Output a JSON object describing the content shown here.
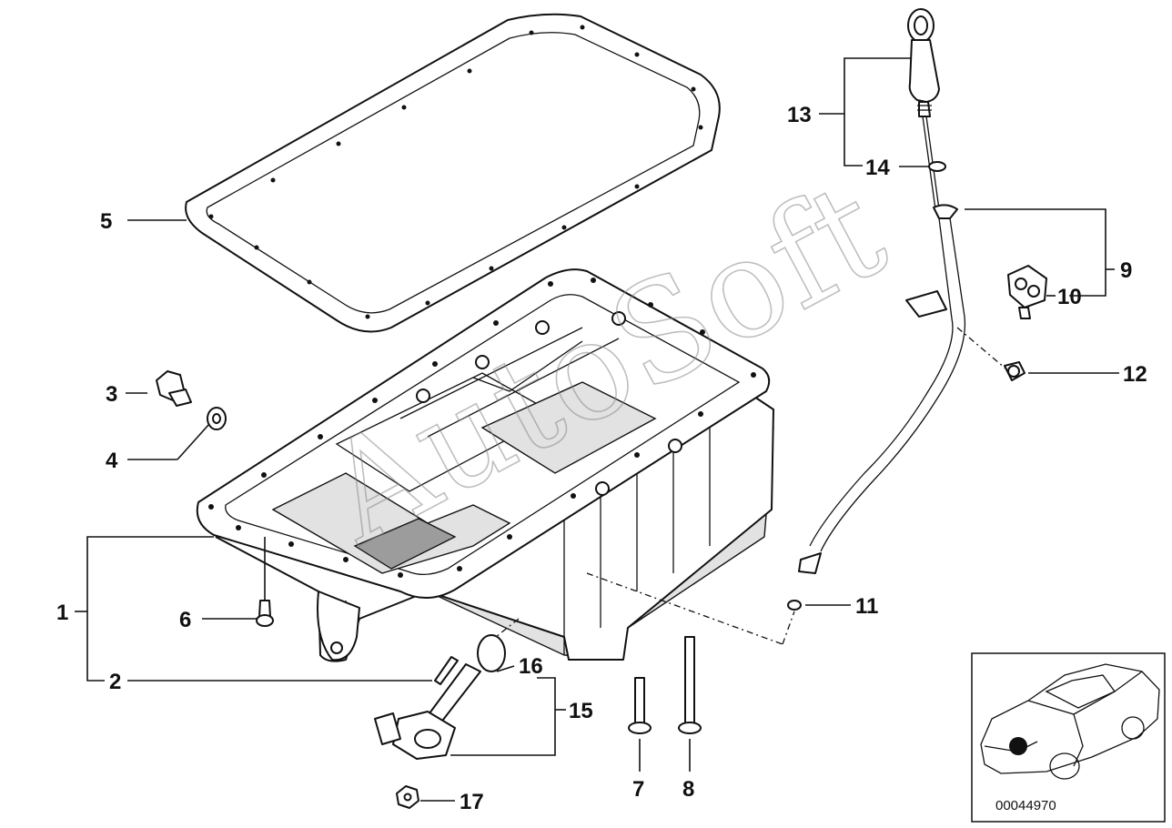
{
  "callouts": [
    {
      "id": "1",
      "label": "1"
    },
    {
      "id": "2",
      "label": "2"
    },
    {
      "id": "3",
      "label": "3"
    },
    {
      "id": "4",
      "label": "4"
    },
    {
      "id": "5",
      "label": "5"
    },
    {
      "id": "6",
      "label": "6"
    },
    {
      "id": "7",
      "label": "7"
    },
    {
      "id": "8",
      "label": "8"
    },
    {
      "id": "9",
      "label": "9"
    },
    {
      "id": "10",
      "label": "10"
    },
    {
      "id": "11",
      "label": "11"
    },
    {
      "id": "12",
      "label": "12"
    },
    {
      "id": "13",
      "label": "13"
    },
    {
      "id": "14",
      "label": "14"
    },
    {
      "id": "15",
      "label": "15"
    },
    {
      "id": "16",
      "label": "16"
    },
    {
      "id": "17",
      "label": "17"
    }
  ],
  "watermark": "AutoSoft",
  "reference_number": "00044970"
}
